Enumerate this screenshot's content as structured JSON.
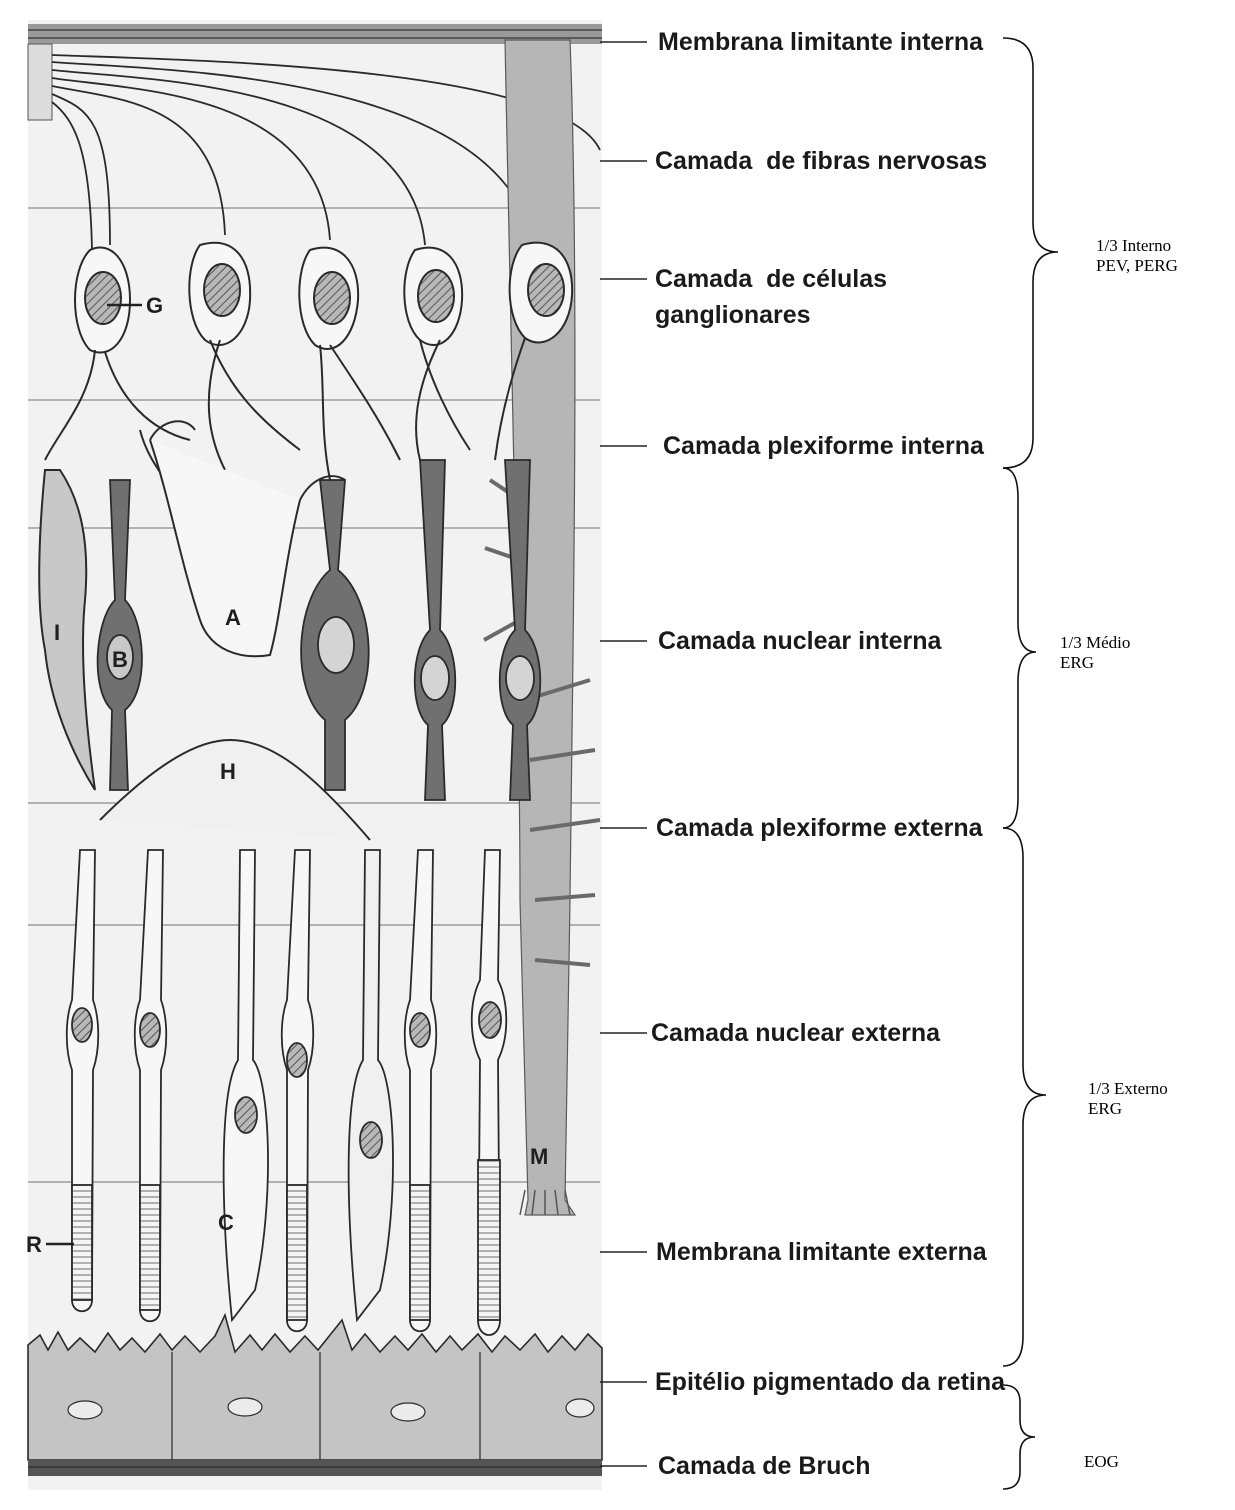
{
  "layers": [
    {
      "id": "ilm",
      "label": "Membrana limitante interna"
    },
    {
      "id": "rnfl",
      "label": "Camada  de fibras nervosas"
    },
    {
      "id": "gcl1",
      "label": "Camada  de células"
    },
    {
      "id": "gcl2",
      "label": "ganglionares"
    },
    {
      "id": "ipl",
      "label": "Camada plexiforme interna"
    },
    {
      "id": "inl",
      "label": "Camada nuclear interna"
    },
    {
      "id": "opl",
      "label": "Camada plexiforme externa"
    },
    {
      "id": "onl",
      "label": "Camada nuclear externa"
    },
    {
      "id": "elm",
      "label": "Membrana limitante externa"
    },
    {
      "id": "rpe",
      "label": "Epitélio pigmentado da retina"
    },
    {
      "id": "bruch",
      "label": "Camada de Bruch"
    }
  ],
  "cell_letters": {
    "g": "G",
    "i": "I",
    "b": "B",
    "a": "A",
    "h": "H",
    "m": "M",
    "r": "R",
    "c": "C"
  },
  "sections": [
    {
      "id": "inner",
      "line1": "1/3 Interno",
      "line2": "PEV, PERG"
    },
    {
      "id": "middle",
      "line1": "1/3 Médio",
      "line2": "ERG"
    },
    {
      "id": "outer",
      "line1": "1/3 Externo",
      "line2": "ERG"
    },
    {
      "id": "eog",
      "line1": "EOG",
      "line2": ""
    }
  ],
  "colors": {
    "background": "#f2f2f2",
    "outline": "#2a2a2a",
    "bipolar_fill": "#707070",
    "rpe_fill": "#c4c4c4",
    "bruch_band": "#555555",
    "nucleus_fill": "#9a9a9a",
    "muller_fill": "#9c9c9c"
  }
}
